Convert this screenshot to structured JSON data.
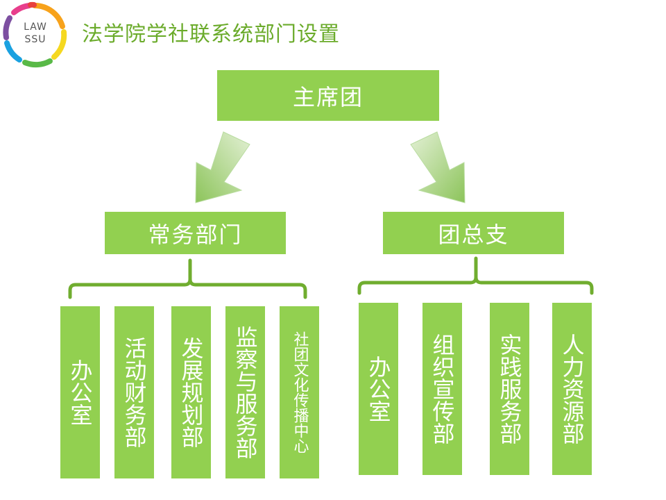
{
  "logo": {
    "line1": "LAW",
    "line2": "SSU",
    "colors": [
      "#e8413c",
      "#f7a21b",
      "#f5d820",
      "#59b947",
      "#1aa1e0",
      "#7d4fa1",
      "#e83e8c"
    ]
  },
  "title": "法学院学社联系统部门设置",
  "colors": {
    "box": "#92d050",
    "bracket": "#70ad2f",
    "arrow": "#a5d27a",
    "title": "#6bab2b"
  },
  "root": {
    "label": "主席团"
  },
  "branches": [
    {
      "label": "常务部门",
      "children": [
        "办公室",
        "活动财务部",
        "发展规划部",
        "监察与服务部",
        "社团文化传播中心"
      ]
    },
    {
      "label": "团总支",
      "children": [
        "办公室",
        "组织宣传部",
        "实践服务部",
        "人力资源部"
      ]
    }
  ]
}
